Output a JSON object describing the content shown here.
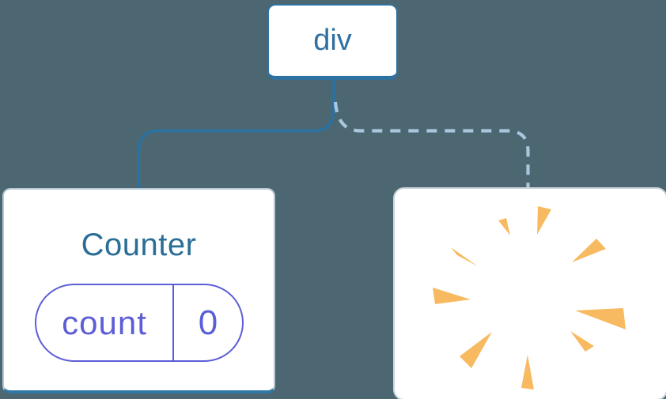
{
  "tree": {
    "root": {
      "label": "div"
    },
    "counter_node": {
      "title": "Counter",
      "state": {
        "key": "count",
        "value": "0"
      }
    },
    "removed_node": {
      "icon": "poof-burst"
    },
    "edges": [
      {
        "from": "div",
        "to": "Counter",
        "style": "solid"
      },
      {
        "from": "div",
        "to": "removed",
        "style": "dashed"
      }
    ]
  },
  "colors": {
    "background": "#4C6771",
    "node_fill": "#FFFFFF",
    "node_border_blue": "#2E72A2",
    "node_text_blue": "#2F70A3",
    "counter_title_blue": "#2A6D96",
    "solid_edge_blue": "#2B71A1",
    "dashed_edge_light_blue": "#A8C6DC",
    "state_purple": "#5C5ED6",
    "burst_orange": "#F8BA60",
    "card_border_light": "#B7C9D3",
    "card_bottom_blue": "#3178A8"
  }
}
